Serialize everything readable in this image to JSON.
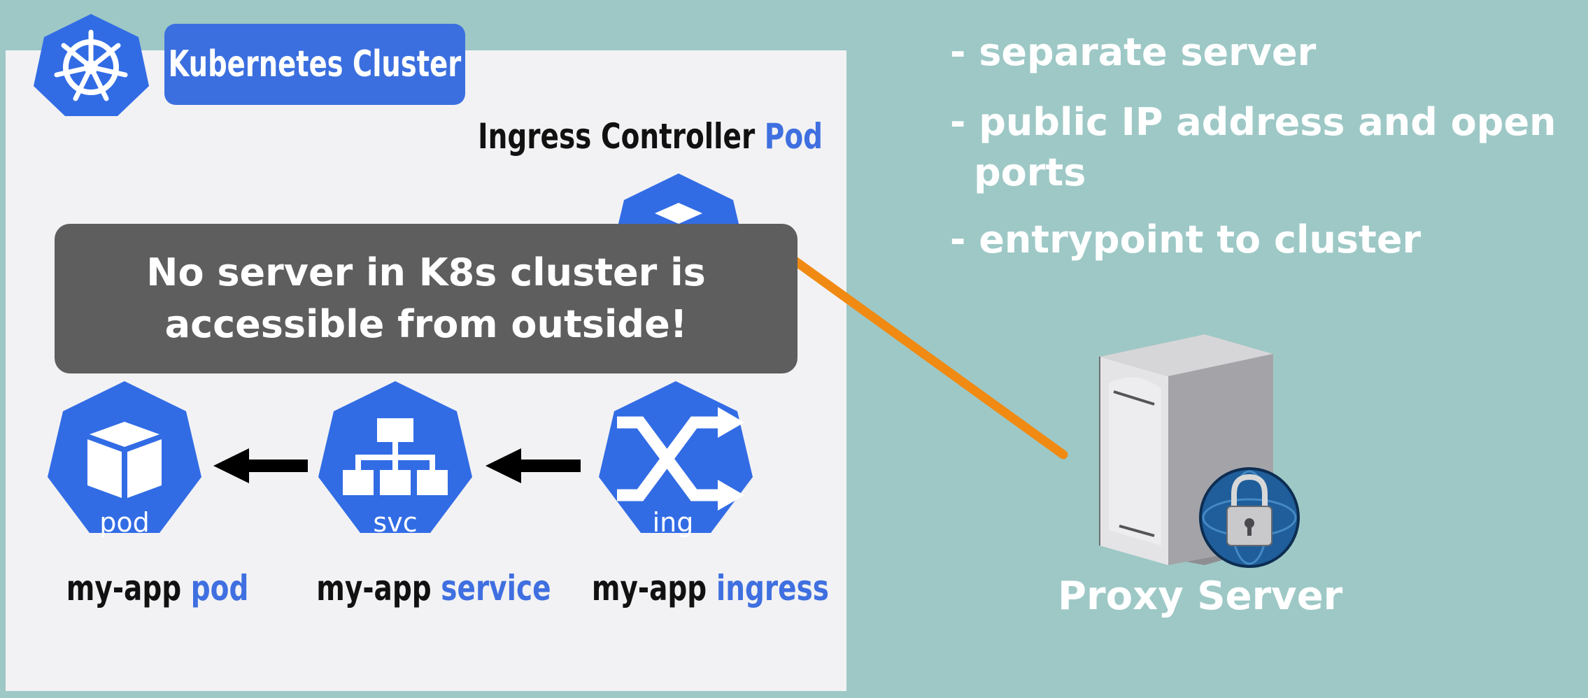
{
  "cluster": {
    "title": "Kubernetes Cluster",
    "ingress_controller": {
      "text": "Ingress Controller",
      "highlight": "Pod"
    }
  },
  "warning": {
    "line1": "No server in K8s cluster is",
    "line2": "accessible from outside!"
  },
  "nodes": {
    "pod": {
      "icon_label": "pod",
      "caption": "my-app",
      "caption_highlight": "pod"
    },
    "svc": {
      "icon_label": "svc",
      "caption": "my-app",
      "caption_highlight": "service"
    },
    "ing": {
      "icon_label": "ing",
      "caption": "my-app",
      "caption_highlight": "ingress"
    }
  },
  "bullets": {
    "b1": "- separate server",
    "b2": "- public IP address and open",
    "b2_cont": "ports",
    "b3": "- entrypoint to cluster"
  },
  "proxy": {
    "label": "Proxy Server"
  },
  "colors": {
    "background": "#9dc8c6",
    "panel": "#f2f2f4",
    "k8s_blue": "#326ce5",
    "accent_blue": "#3f6fe0",
    "connector_orange": "#f08a12",
    "warning_box": "#5e5e5e"
  }
}
